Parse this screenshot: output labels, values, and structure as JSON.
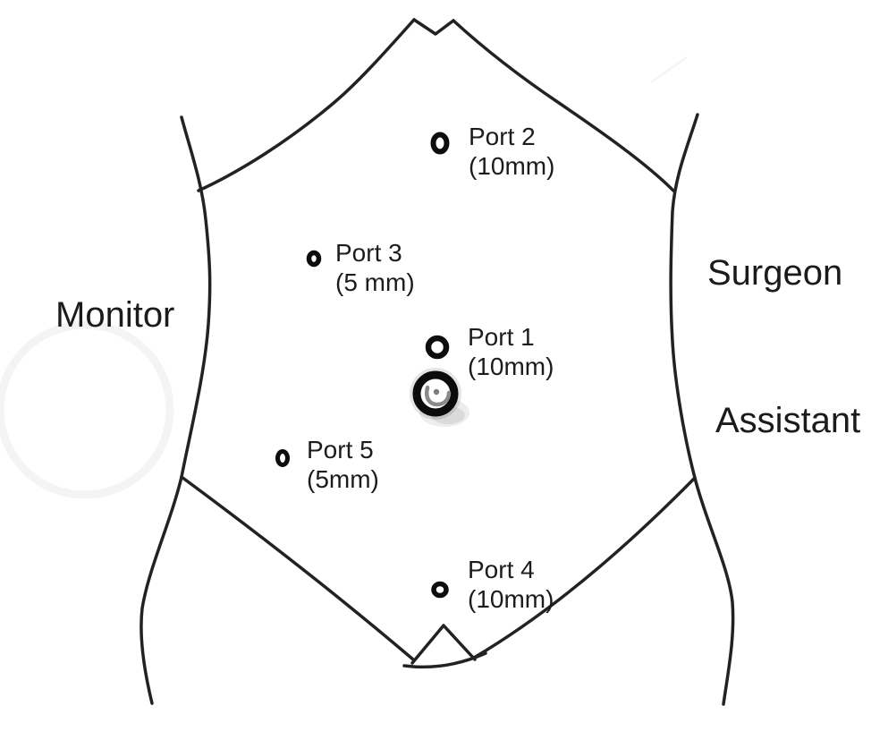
{
  "roles": {
    "monitor": "Monitor",
    "surgeon": "Surgeon",
    "assistant": "Assistant"
  },
  "ports": [
    {
      "name": "Port 2",
      "size": "(10mm)"
    },
    {
      "name": "Port 3",
      "size": "(5 mm)"
    },
    {
      "name": "Port 1",
      "size": "(10mm)"
    },
    {
      "name": "Port 5",
      "size": "(5mm)"
    },
    {
      "name": "Port 4",
      "size": "(10mm)"
    }
  ],
  "colors": {
    "ink": "#222222",
    "port_ring": "#0d0d0d",
    "umbilicus_gray": "#8a8a8a",
    "background": "#ffffff"
  }
}
